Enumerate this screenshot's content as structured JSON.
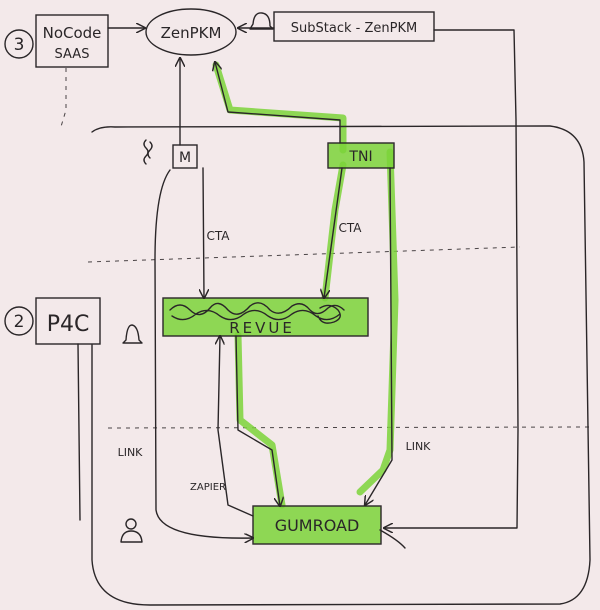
{
  "nodes": {
    "nocode_saas": {
      "line1": "NoCode",
      "line2": "SAAS",
      "number": "3"
    },
    "zenpkm": {
      "label": "ZenPKM"
    },
    "substack": {
      "label": "SubStack - ZenPKM"
    },
    "m": {
      "label": "M"
    },
    "tni": {
      "label": "TNI"
    },
    "p4c": {
      "label": "P4C",
      "number": "2"
    },
    "revue": {
      "label": "REVUE"
    },
    "gumroad": {
      "label": "GUMROAD"
    }
  },
  "edges": {
    "cta_left": "CTA",
    "cta_right": "CTA",
    "link_left": "LINK",
    "link_right": "LINK",
    "zapier": "ZAPIER"
  },
  "colors": {
    "ink": "#2a2628",
    "paper": "#f3e9ea",
    "highlight": "#7bd43a"
  }
}
